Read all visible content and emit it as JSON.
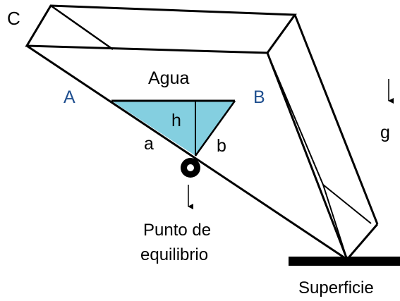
{
  "labels": {
    "c": "C",
    "agua": "Agua",
    "a_upper": "A",
    "b_upper": "B",
    "h": "h",
    "a_lower": "a",
    "b_lower": "b",
    "g": "g",
    "equilibrium_line1": "Punto de",
    "equilibrium_line2": "equilibrio",
    "surface": "Superficie"
  },
  "colors": {
    "water": "#84cfe0",
    "stroke": "#000000",
    "label_blue": "#1f4f8f",
    "label_black": "#000000"
  }
}
